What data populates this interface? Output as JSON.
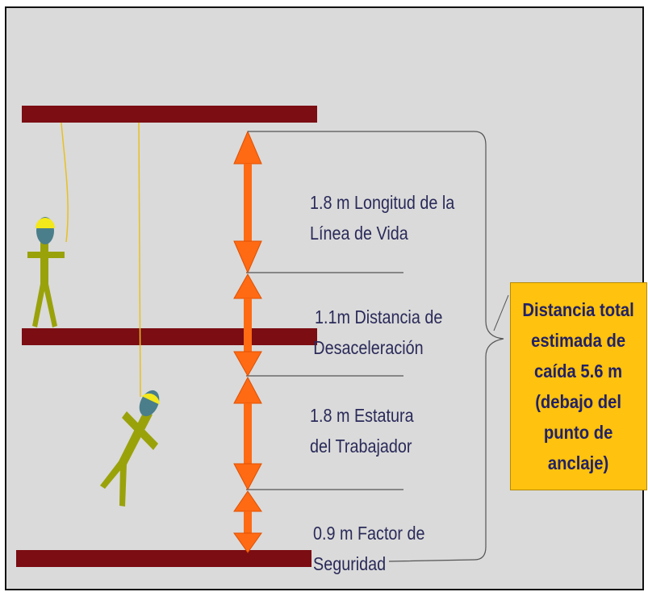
{
  "colors": {
    "background": "#dadada",
    "beam": "#7b0d13",
    "arrow": "#ff6a13",
    "box": "#ffc20e",
    "text": "#2a2a5a",
    "figure_body": "#9aa20a",
    "helmet": "#f3e81a",
    "face": "#4a7e8a"
  },
  "segments": [
    {
      "label_line1": "1.8 m Longitud de la",
      "label_line2": "Línea de Vida"
    },
    {
      "label_line1": "1.1m  Distancia de",
      "label_line2": "Desaceleración"
    },
    {
      "label_line1": "1.8 m Estatura",
      "label_line2": "del Trabajador"
    },
    {
      "label_line1": "0.9 m Factor de",
      "label_line2": "Seguridad"
    }
  ],
  "total_box": {
    "text": "Distancia total\nestimada de\ncaída 5.6 m\n(debajo del\npunto de\nanclaje)"
  }
}
